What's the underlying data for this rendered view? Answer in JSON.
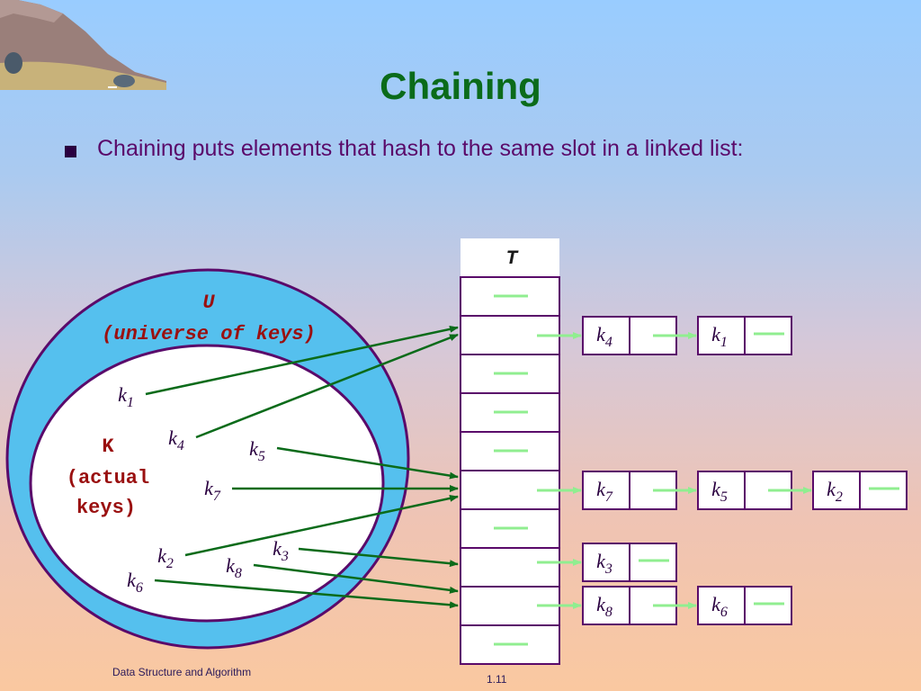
{
  "slide": {
    "title": "Chaining",
    "bullet": "Chaining puts elements that hash to the same slot in a linked list:",
    "footer_left": "Data Structure and Algorithm",
    "footer_right": "1.11"
  },
  "diagram": {
    "universe_label_1": "U",
    "universe_label_2": "(universe of keys)",
    "actual_label_1": "K",
    "actual_label_2": "(actual",
    "actual_label_3": "keys)",
    "table_label": "T",
    "keys": [
      {
        "id": "k1",
        "base": "k",
        "sub": "1"
      },
      {
        "id": "k4",
        "base": "k",
        "sub": "4"
      },
      {
        "id": "k5",
        "base": "k",
        "sub": "5"
      },
      {
        "id": "k7",
        "base": "k",
        "sub": "7"
      },
      {
        "id": "k2",
        "base": "k",
        "sub": "2"
      },
      {
        "id": "k3",
        "base": "k",
        "sub": "3"
      },
      {
        "id": "k8",
        "base": "k",
        "sub": "8"
      },
      {
        "id": "k6",
        "base": "k",
        "sub": "6"
      }
    ],
    "chains": [
      {
        "slot": 1,
        "nodes": [
          {
            "base": "k",
            "sub": "4"
          },
          {
            "base": "k",
            "sub": "1"
          }
        ]
      },
      {
        "slot": 5,
        "nodes": [
          {
            "base": "k",
            "sub": "7"
          },
          {
            "base": "k",
            "sub": "5"
          },
          {
            "base": "k",
            "sub": "2"
          }
        ]
      },
      {
        "slot": 7,
        "nodes": [
          {
            "base": "k",
            "sub": "3"
          }
        ]
      },
      {
        "slot": 8,
        "nodes": [
          {
            "base": "k",
            "sub": "8"
          },
          {
            "base": "k",
            "sub": "6"
          }
        ]
      }
    ],
    "colors": {
      "outer_ring": "#55c0ee",
      "outline": "#5a0a6a",
      "arrow": "#0b6b1a",
      "link": "#90ee90"
    }
  }
}
